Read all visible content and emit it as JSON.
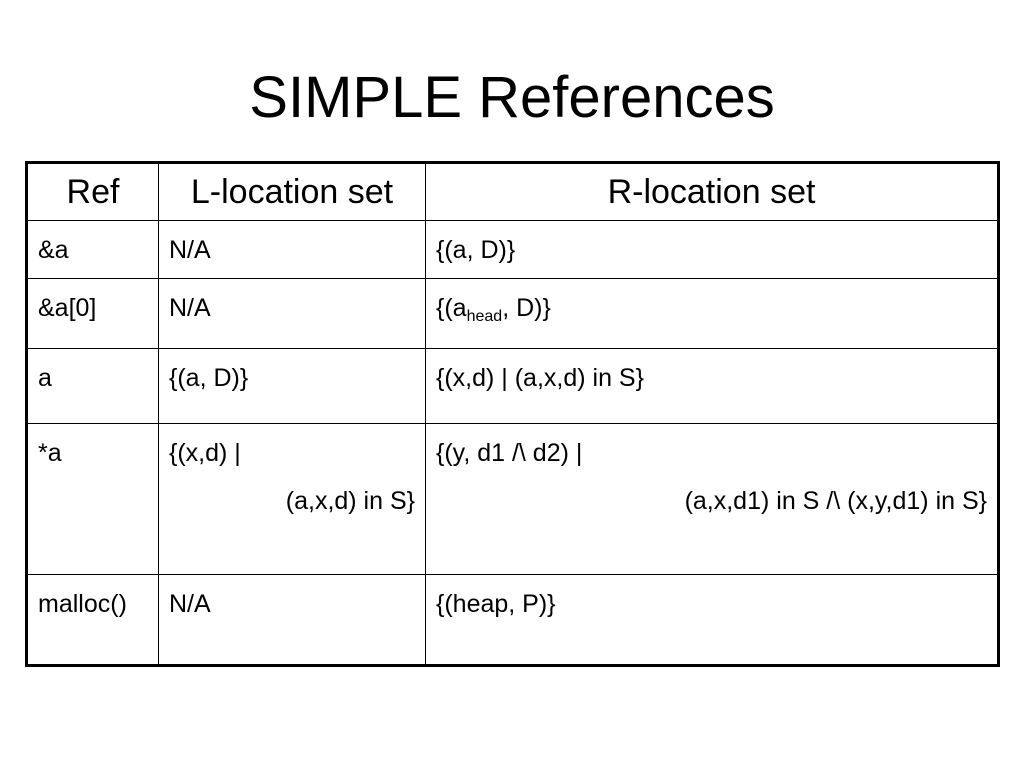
{
  "title": "SIMPLE References",
  "table": {
    "headers": [
      "Ref",
      "L-location set",
      "R-location set"
    ],
    "rows": [
      {
        "ref": "&a",
        "l": "N/A",
        "r": "{(a, D)}"
      },
      {
        "ref": "&a[0]",
        "l": "N/A",
        "r_before": "{(a",
        "r_sub": "head",
        "r_after": ", D)}"
      },
      {
        "ref": "a",
        "l": "{(a, D)}",
        "r": "{(x,d) | (a,x,d) in S}"
      },
      {
        "ref": "*a",
        "l_line1": "{(x,d) |",
        "l_line2": "(a,x,d) in S}",
        "r_line1": "{(y, d1 /\\ d2) |",
        "r_line2": "(a,x,d1) in S /\\ (x,y,d1) in S}"
      },
      {
        "ref": "malloc()",
        "l": "N/A",
        "r": "{(heap, P)}"
      }
    ]
  }
}
